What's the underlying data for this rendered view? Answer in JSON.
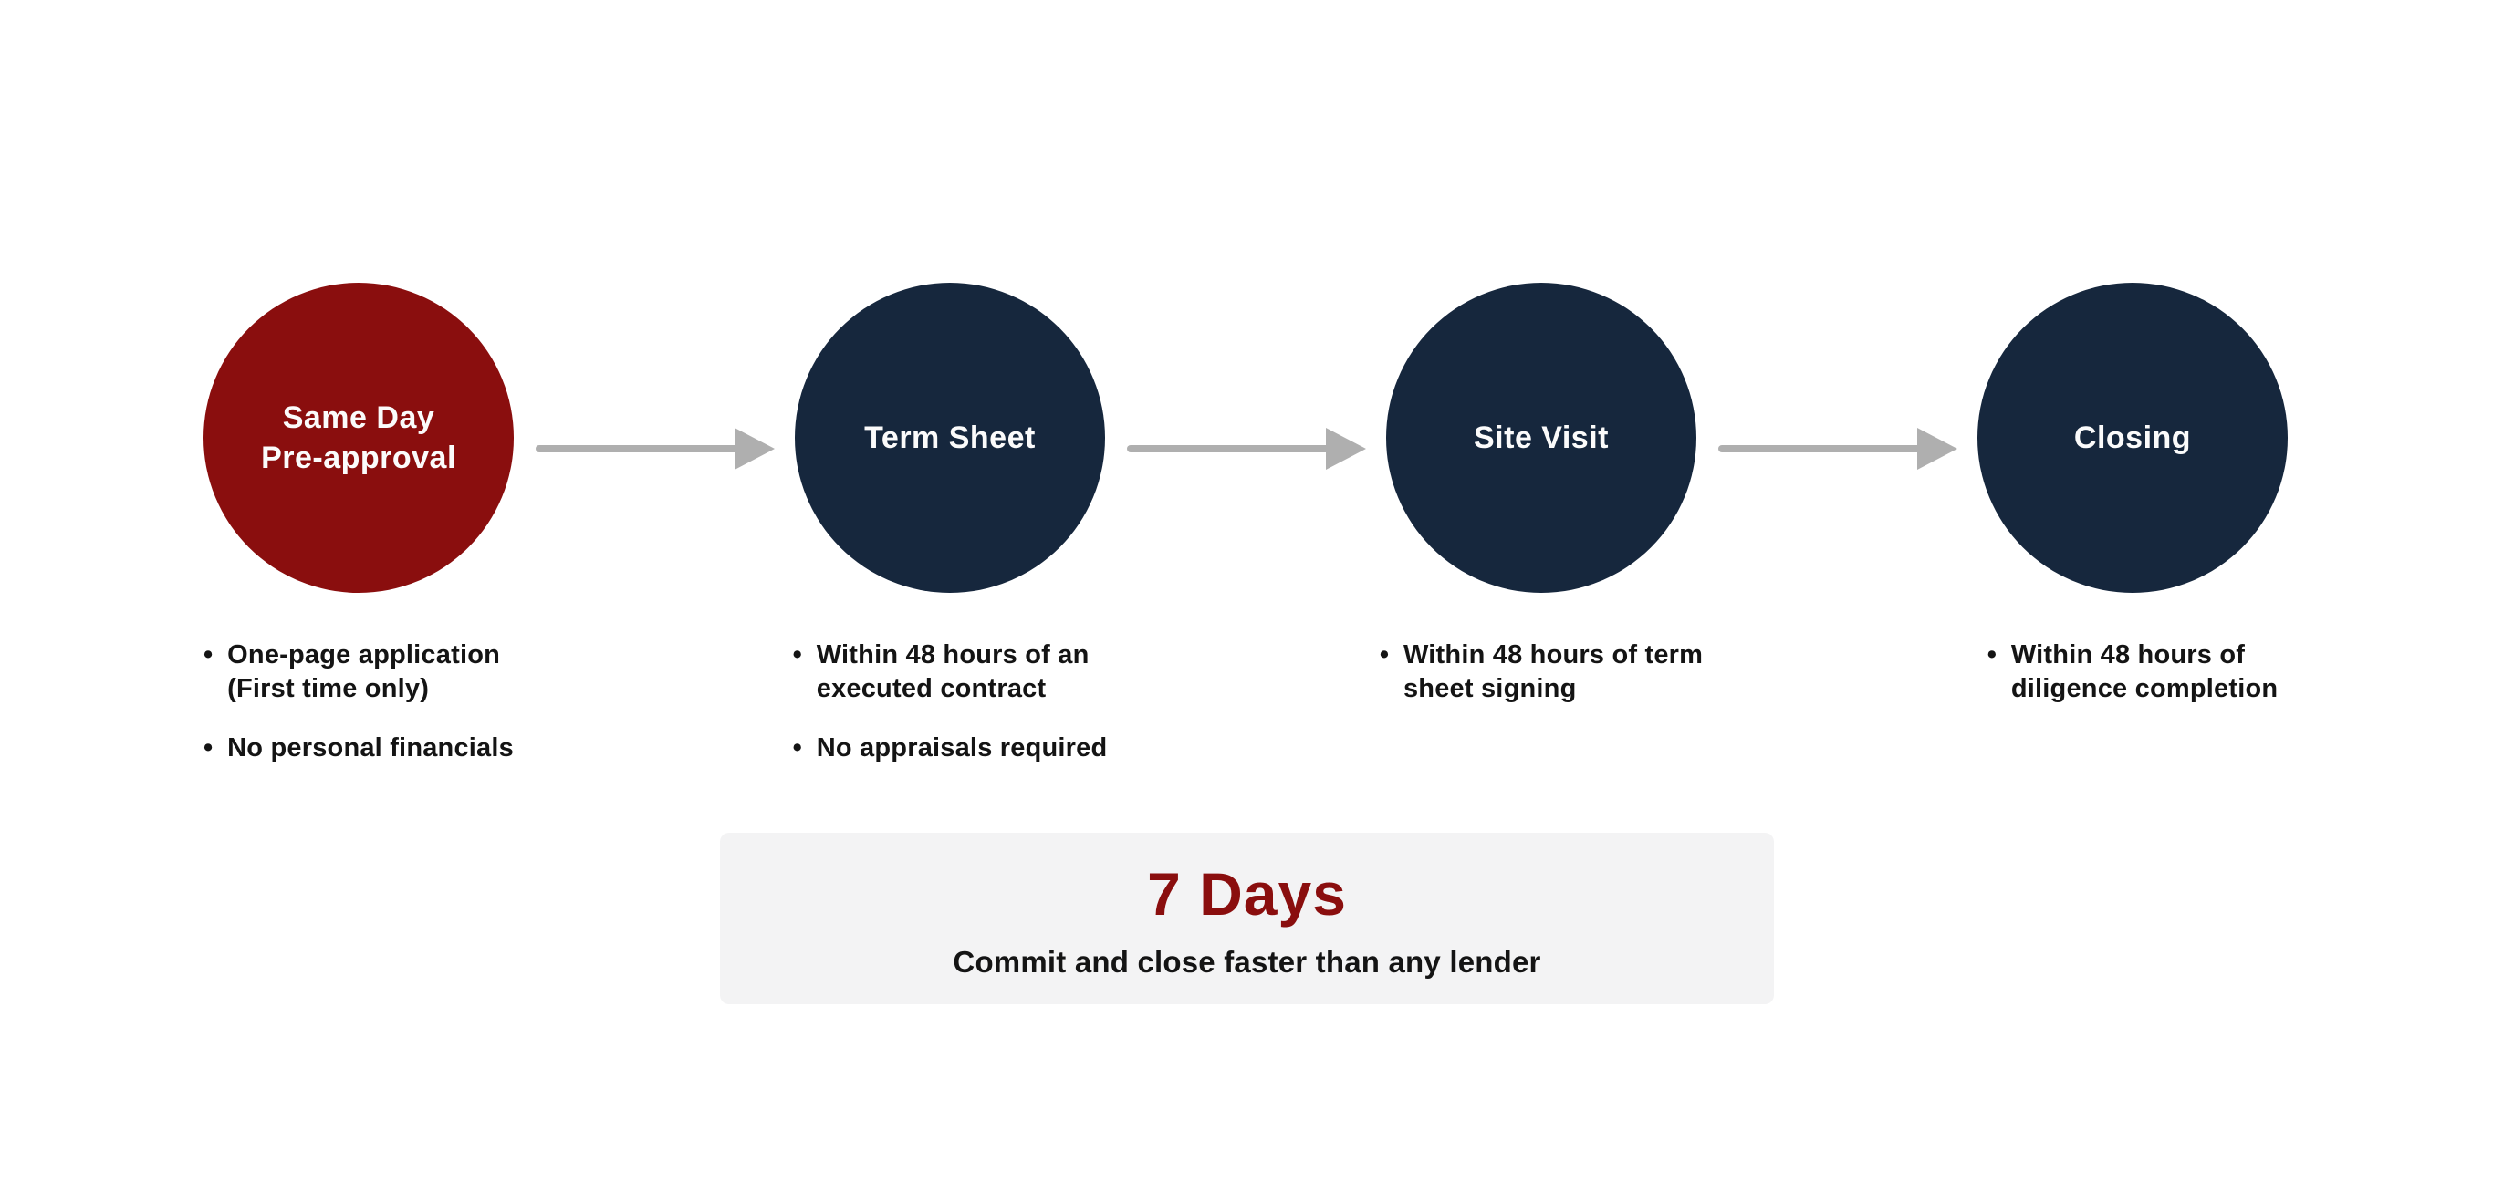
{
  "palette": {
    "red": "#8A0E0E",
    "navy": "#16273D",
    "arrow_gray": "#AFAFAF",
    "banner_bg": "#F3F3F4",
    "text_dark": "#141414",
    "circle_text": "#FBFBFB"
  },
  "steps": [
    {
      "label": "Same Day\nPre-approval",
      "bullets": [
        "One-page application\n(First time only)",
        "No personal financials"
      ]
    },
    {
      "label": "Term Sheet",
      "bullets": [
        "Within 48 hours of an\nexecuted contract",
        "No appraisals required"
      ]
    },
    {
      "label": "Site Visit",
      "bullets": [
        "Within 48 hours of term\nsheet signing"
      ]
    },
    {
      "label": "Closing",
      "bullets": [
        "Within 48 hours of\ndiligence completion"
      ]
    }
  ],
  "summary": {
    "headline": "7 Days",
    "subtext": "Commit and close faster than any lender"
  }
}
